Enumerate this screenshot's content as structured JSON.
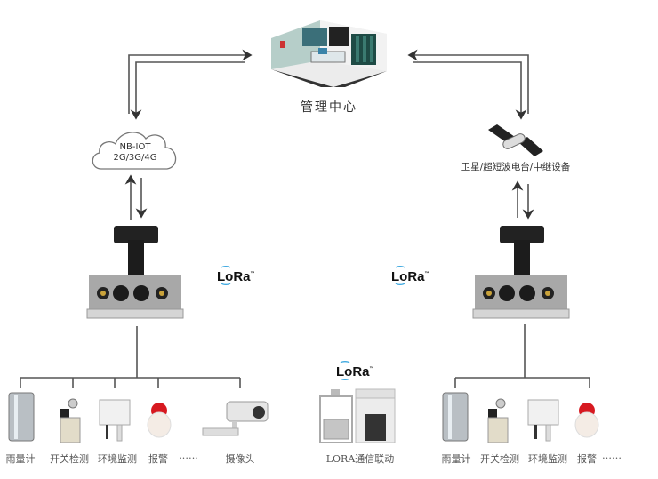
{
  "management_center": {
    "label": "管理中心",
    "icon": "control-room-icon"
  },
  "left_network": {
    "line1": "NB-IOT",
    "line2": "2G/3G/4G",
    "icon": "cloud-icon"
  },
  "right_network": {
    "label": "卫星/超短波电台/中继设备",
    "icon": "satellite-icon"
  },
  "lora_badges": [
    {
      "text": "LoRa",
      "tm": "™"
    },
    {
      "text": "LoRa",
      "tm": "™"
    },
    {
      "text": "LoRa",
      "tm": "™"
    }
  ],
  "left_devices": [
    {
      "label": "雨量计",
      "icon": "rain-gauge-icon"
    },
    {
      "label": "开关检测",
      "icon": "limit-switch-icon"
    },
    {
      "label": "环境监测",
      "icon": "environment-sensor-icon"
    },
    {
      "label": "报警",
      "icon": "alarm-light-icon"
    },
    {
      "label": "……",
      "icon": ""
    },
    {
      "label": "摄像头",
      "icon": "camera-icon"
    }
  ],
  "center_device": {
    "label": "LORA通信联动",
    "icon": "gate-icon"
  },
  "right_devices": [
    {
      "label": "雨量计",
      "icon": "rain-gauge-icon"
    },
    {
      "label": "开关检测",
      "icon": "limit-switch-icon"
    },
    {
      "label": "环境监测",
      "icon": "environment-sensor-icon"
    },
    {
      "label": "报警",
      "icon": "alarm-light-icon"
    },
    {
      "label": "……",
      "icon": ""
    }
  ],
  "colors": {
    "line": "#555555",
    "lora_wave": "#3fa9e0",
    "alarm_red": "#d71920"
  }
}
